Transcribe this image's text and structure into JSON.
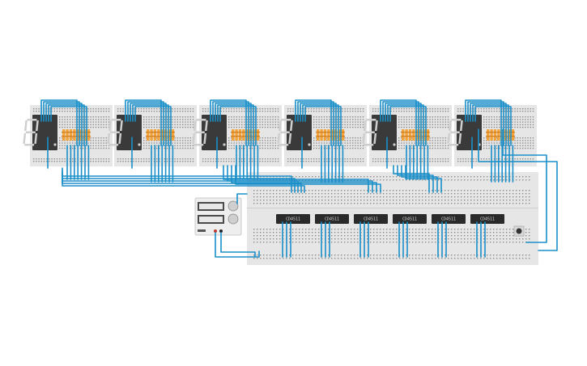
{
  "canvas": {
    "background": "#ffffff",
    "breadboard_color": "#e6e6e6",
    "wire_color": "#1a8fc9",
    "resistor_color": "#f2a33a",
    "display_body_color": "#3a3a3a",
    "segment_color": "#cfcfcf",
    "chip_color": "#2a2a2a"
  },
  "components": {
    "seven_segment_displays": [
      {
        "digit": "8."
      },
      {
        "digit": "8."
      },
      {
        "digit": "8."
      },
      {
        "digit": "8."
      },
      {
        "digit": "8."
      },
      {
        "digit": "8."
      }
    ],
    "chips": [
      {
        "label": "CD4511"
      },
      {
        "label": "CD4511"
      },
      {
        "label": "CD4511"
      },
      {
        "label": "CD4511"
      },
      {
        "label": "CD4511"
      },
      {
        "label": "CD4511"
      }
    ],
    "power_supply": {
      "icon": "power-supply-icon"
    },
    "push_button": {
      "icon": "push-button-icon"
    }
  }
}
